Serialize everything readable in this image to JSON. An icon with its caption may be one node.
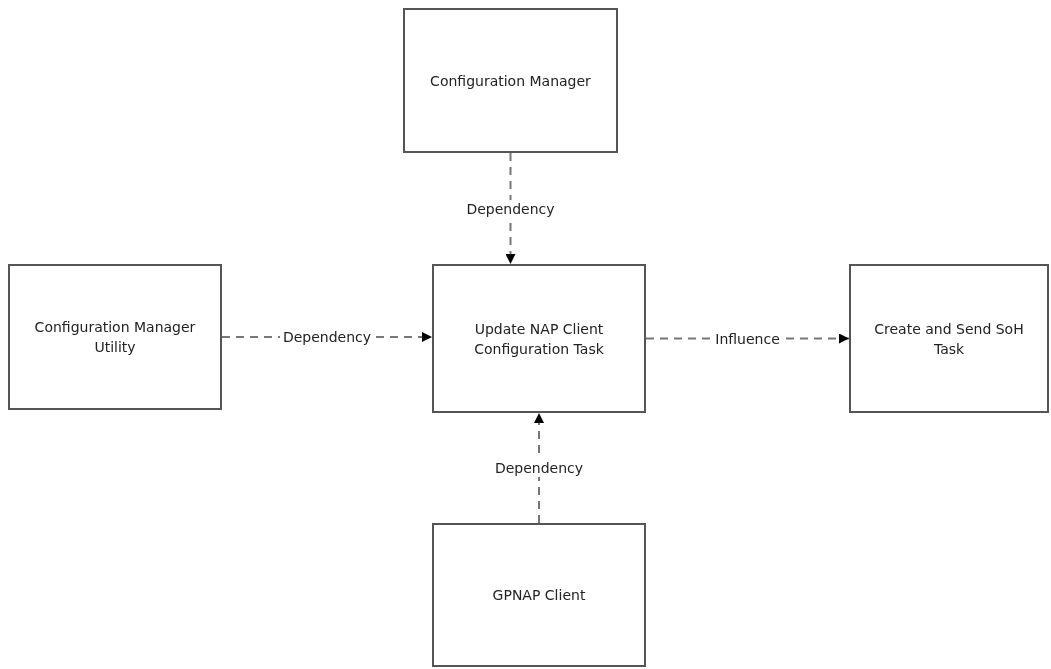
{
  "diagram": {
    "nodes": [
      {
        "text": [
          "Configuration Manager"
        ]
      },
      {
        "text": [
          "Configuration Manager Utility"
        ]
      },
      {
        "text": [
          "Update NAP Client Configuration Task"
        ]
      },
      {
        "text": [
          "Create and Send SoH Task"
        ]
      },
      {
        "text": [
          "GPNAP Client"
        ]
      }
    ],
    "edges": [
      {
        "from": 0,
        "to": 2,
        "arrow": "to",
        "label": "Dependency",
        "style": "dashed"
      },
      {
        "from": 1,
        "to": 2,
        "arrow": "to",
        "label": "Dependency",
        "style": "dashed"
      },
      {
        "from": 2,
        "to": 3,
        "arrow": "to",
        "label": "Influence",
        "style": "dashed"
      },
      {
        "from": 4,
        "to": 2,
        "arrow": "to",
        "label": "Dependency",
        "style": "dashed"
      }
    ]
  }
}
